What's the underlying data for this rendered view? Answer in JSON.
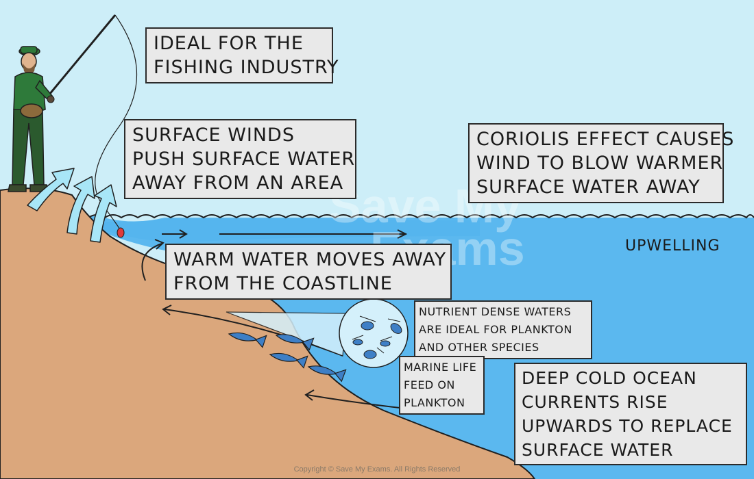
{
  "labels": {
    "fishing_industry": [
      "IDEAL FOR THE",
      "FISHING INDUSTRY"
    ],
    "surface_winds": [
      "SURFACE WINDS",
      "PUSH SURFACE WATER",
      "AWAY FROM AN AREA"
    ],
    "coriolis": [
      "CORIOLIS EFFECT CAUSES",
      "WIND TO BLOW WARMER",
      "SURFACE WATER AWAY"
    ],
    "warm_water": [
      "WARM WATER MOVES AWAY",
      "FROM THE COASTLINE"
    ],
    "nutrient": [
      "NUTRIENT DENSE WATERS",
      "ARE IDEAL FOR PLANKTON",
      "AND OTHER SPECIES"
    ],
    "marine_life": [
      "MARINE LIFE",
      "FEED ON",
      "PLANKTON"
    ],
    "deep_cold": [
      "DEEP COLD OCEAN",
      "CURRENTS RISE",
      "UPWARDS TO REPLACE",
      "SURFACE WATER"
    ],
    "upwelling": "UPWELLING"
  },
  "watermark": [
    "Save My",
    "Exams"
  ],
  "copyright": "Copyright © Save My Exams. All Rights Reserved",
  "colors": {
    "sky": "#cdeef8",
    "ocean": "#5bb8ef",
    "ocean_shallow": "#2f9ee3",
    "land": "#dba77c",
    "outline": "#1f1f1f",
    "wind_arrow": "#a8e6f7",
    "fish": "#3e7fc6",
    "label_fill": "#e9e9e9"
  }
}
